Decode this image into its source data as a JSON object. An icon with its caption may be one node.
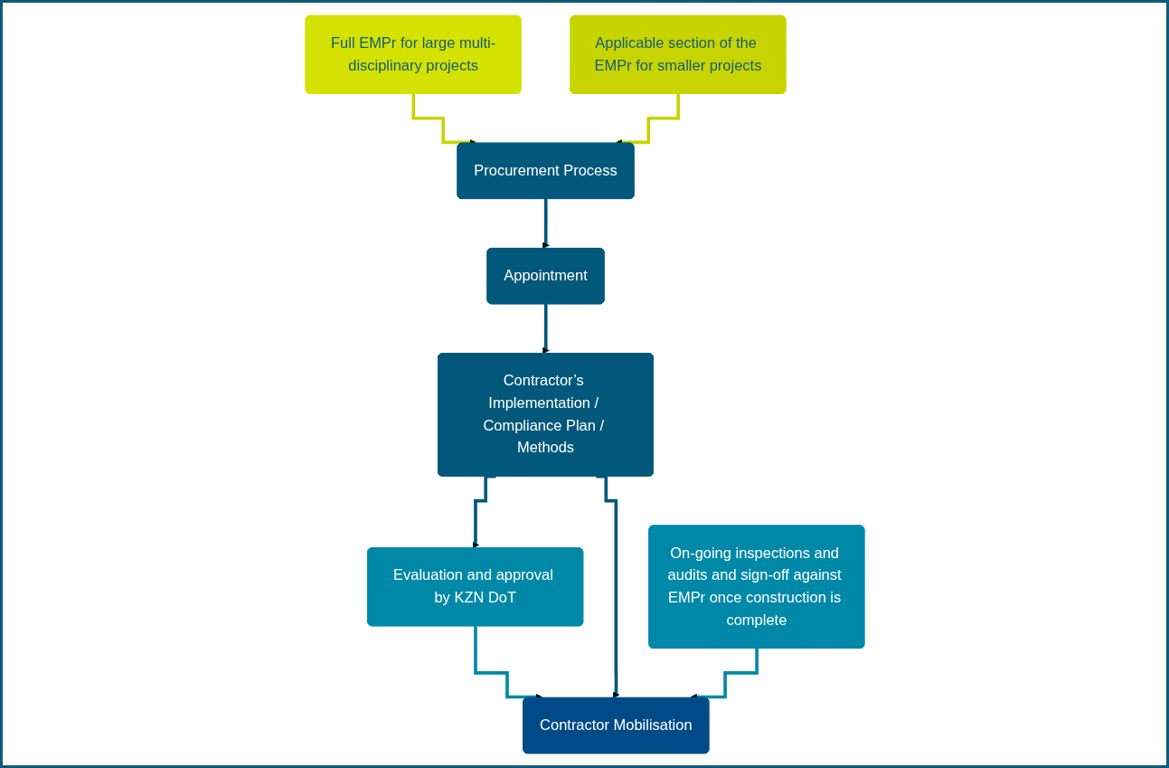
{
  "diagram": {
    "nodes": [
      {
        "text": [
          "Procurement Process"
        ]
      },
      {
        "text": [
          "Full EMPr for large multi-disciplinary projects"
        ]
      },
      {
        "text": [
          "Applicable section of the EMPr for smaller projects"
        ]
      },
      {
        "text": [
          "Appointment"
        ]
      },
      {
        "text": [
          "Contractor’s Implementation / Compliance Plan / Methods"
        ]
      },
      {
        "text": [
          "Evaluation and approval by KZN DoT"
        ]
      },
      {
        "text": [
          "Contractor Mobilisation"
        ]
      },
      {
        "text": [
          "On-going inspections and audits and sign-off against EMPr once construction is complete"
        ]
      }
    ],
    "edges": [
      {
        "from": 1,
        "to": 0,
        "arrow": "to",
        "color": "#c8d400"
      },
      {
        "from": 2,
        "to": 0,
        "arrow": "to",
        "color": "#c8d400"
      },
      {
        "from": 0,
        "to": 3,
        "arrow": "to"
      },
      {
        "from": 3,
        "to": 4,
        "arrow": "to"
      },
      {
        "from": 4,
        "to": 5,
        "arrow": "to"
      },
      {
        "from": 5,
        "to": 6,
        "arrow": "to",
        "color": "#0088a8"
      },
      {
        "from": 4,
        "to": 6,
        "arrow": "to"
      },
      {
        "from": 7,
        "to": 6,
        "arrow": "to",
        "color": "#0088a8"
      }
    ]
  }
}
